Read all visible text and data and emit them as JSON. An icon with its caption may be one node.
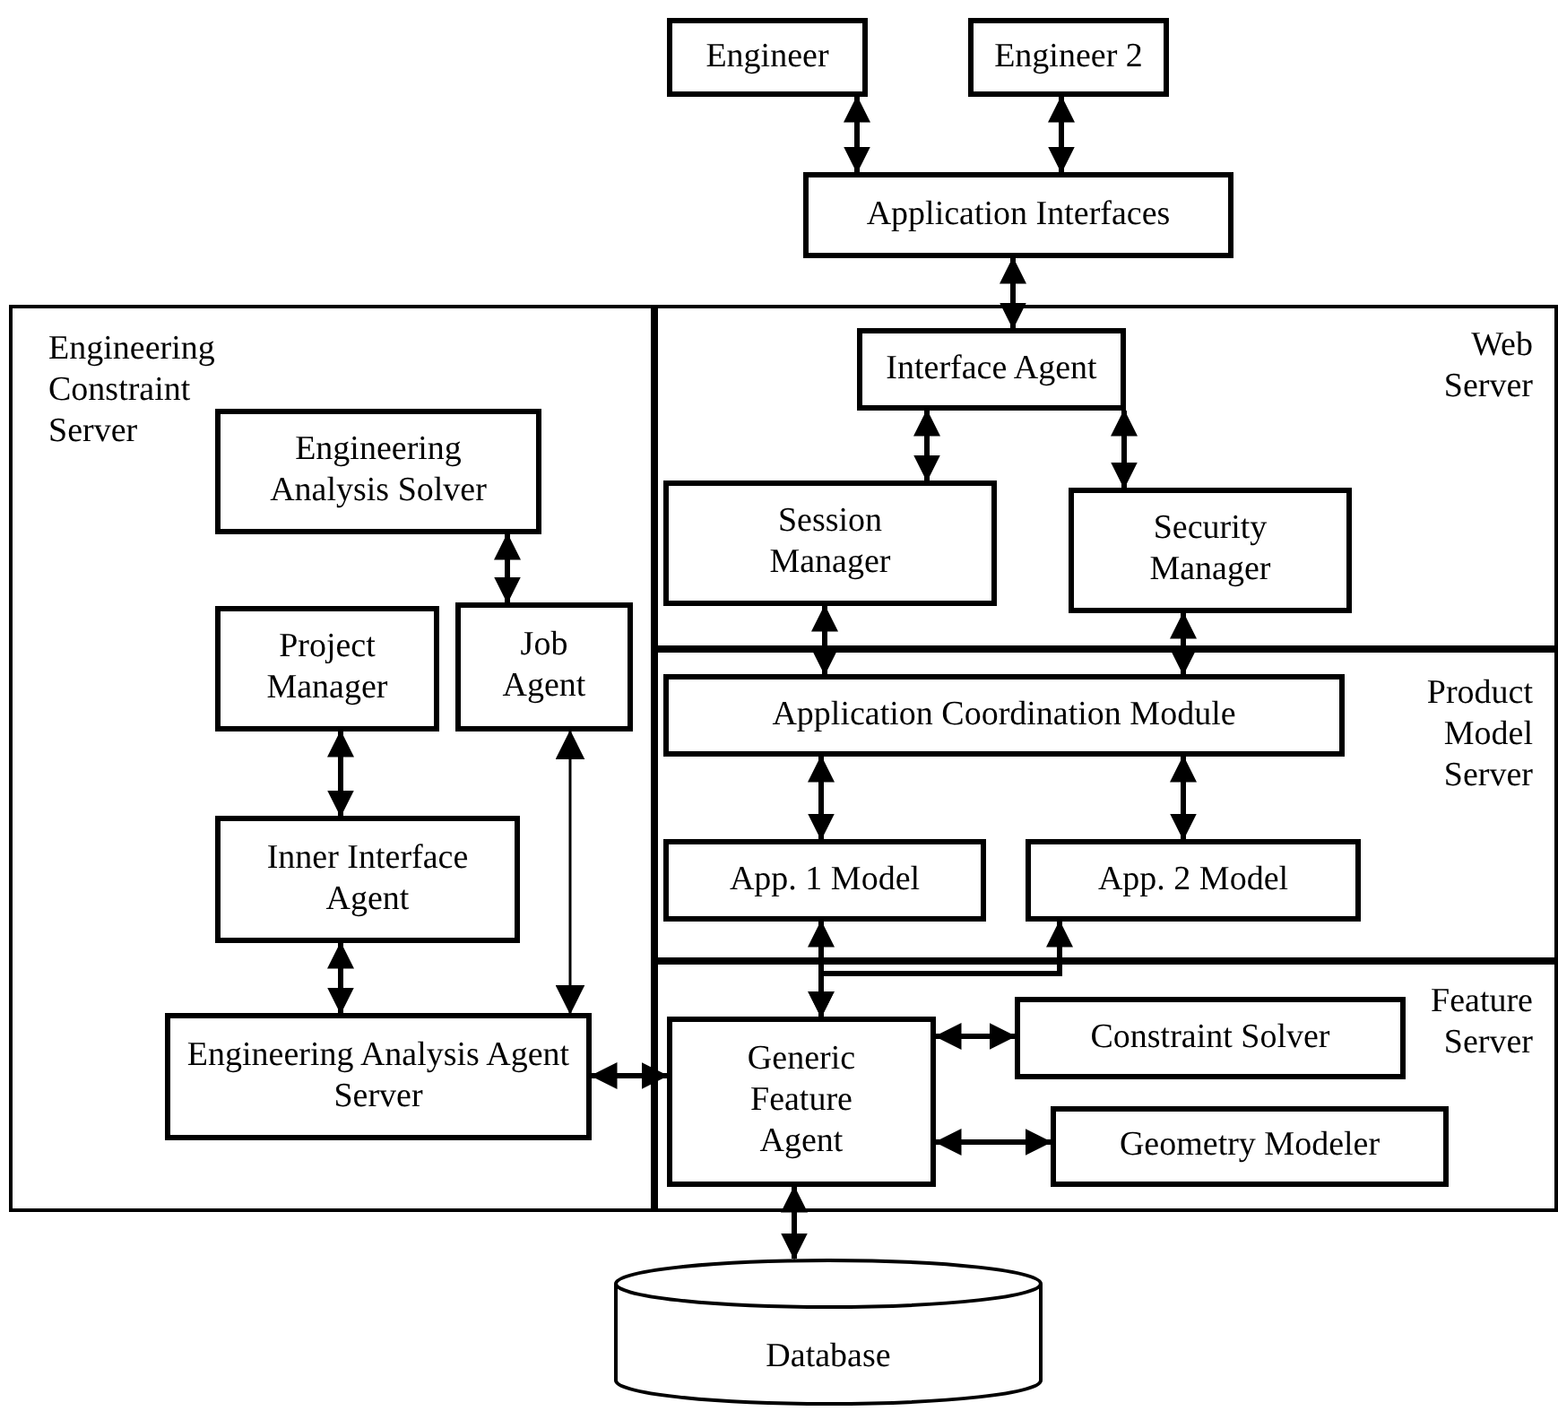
{
  "diagram": {
    "nodes": [
      {
        "text": [
          "Engineer"
        ]
      },
      {
        "text": [
          "Engineer 2"
        ]
      },
      {
        "text": [
          "Application Interfaces"
        ]
      },
      {
        "text": [
          "Engineering Constraint Server"
        ]
      },
      {
        "text": [
          "Web Server"
        ]
      },
      {
        "text": [
          "Product Model Server"
        ]
      },
      {
        "text": [
          "Feature Server"
        ]
      },
      {
        "text": [
          "Engineering Analysis Solver"
        ],
        "in": 3
      },
      {
        "text": [
          "Project Manager"
        ],
        "in": 3
      },
      {
        "text": [
          "Job Agent"
        ],
        "in": 3
      },
      {
        "text": [
          "Inner Interface Agent"
        ],
        "in": 3
      },
      {
        "text": [
          "Engineering Analysis Agent Server"
        ],
        "in": 3
      },
      {
        "text": [
          "Interface Agent"
        ],
        "in": 4
      },
      {
        "text": [
          "Session Manager"
        ],
        "in": 4
      },
      {
        "text": [
          "Security Manager"
        ],
        "in": 4
      },
      {
        "text": [
          "Application Coordination Module"
        ],
        "in": 5
      },
      {
        "text": [
          "App. 1 Model"
        ],
        "in": 5
      },
      {
        "text": [
          "App. 2 Model"
        ],
        "in": 5
      },
      {
        "text": [
          "Generic Feature Agent"
        ],
        "in": 6
      },
      {
        "text": [
          "Constraint Solver"
        ],
        "in": 6
      },
      {
        "text": [
          "Geometry Modeler"
        ],
        "in": 6
      },
      {
        "text": [
          "Database"
        ]
      }
    ],
    "edges": [
      {
        "from": 0,
        "to": 2,
        "arrow": "both"
      },
      {
        "from": 1,
        "to": 2,
        "arrow": "both"
      },
      {
        "from": 2,
        "to": 12,
        "arrow": "both"
      },
      {
        "from": 12,
        "to": 13,
        "arrow": "both"
      },
      {
        "from": 12,
        "to": 14,
        "arrow": "both"
      },
      {
        "from": 7,
        "to": 9,
        "arrow": "both"
      },
      {
        "from": 8,
        "to": 10,
        "arrow": "both"
      },
      {
        "from": 10,
        "to": 11,
        "arrow": "both"
      },
      {
        "from": 9,
        "to": 11,
        "arrow": "both"
      },
      {
        "from": 13,
        "to": 15,
        "arrow": "both"
      },
      {
        "from": 14,
        "to": 15,
        "arrow": "both"
      },
      {
        "from": 15,
        "to": 16,
        "arrow": "both"
      },
      {
        "from": 15,
        "to": 17,
        "arrow": "both"
      },
      {
        "from": 16,
        "to": 18,
        "arrow": "both"
      },
      {
        "from": 18,
        "to": 17,
        "arrow": "both"
      },
      {
        "from": 11,
        "to": 18,
        "arrow": "both"
      },
      {
        "from": 18,
        "to": 19,
        "arrow": "both"
      },
      {
        "from": 18,
        "to": 20,
        "arrow": "both"
      },
      {
        "from": 18,
        "to": 21,
        "arrow": "both"
      }
    ]
  }
}
